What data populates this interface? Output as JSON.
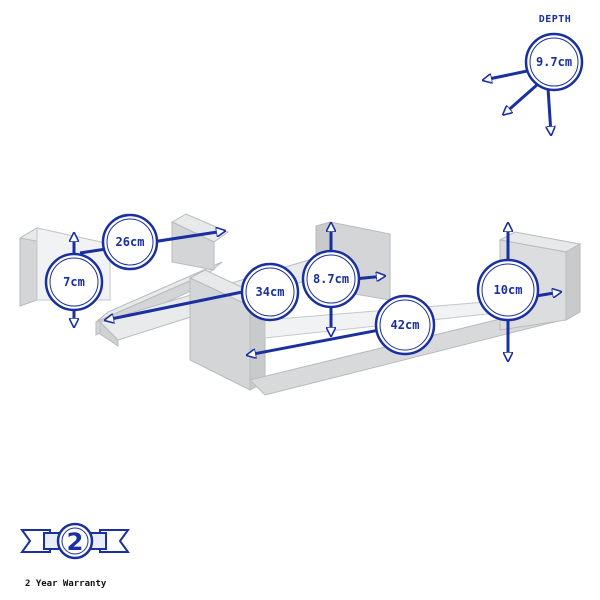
{
  "depth": {
    "title": "DEPTH",
    "value": "9.7cm"
  },
  "dimensions": {
    "small_width": "26cm",
    "small_height": "7cm",
    "medium_width": "34cm",
    "medium_height": "8.7cm",
    "large_width": "42cm",
    "large_height": "10cm"
  },
  "warranty": {
    "years": "2",
    "text": "2 Year Warranty"
  },
  "colors": {
    "annotation": "#1a2fa0",
    "shelf_front": "#d4d5d7",
    "shelf_top": "#e8e9eb",
    "shelf_inner": "#f1f2f3",
    "shelf_edge": "#b9babc"
  }
}
